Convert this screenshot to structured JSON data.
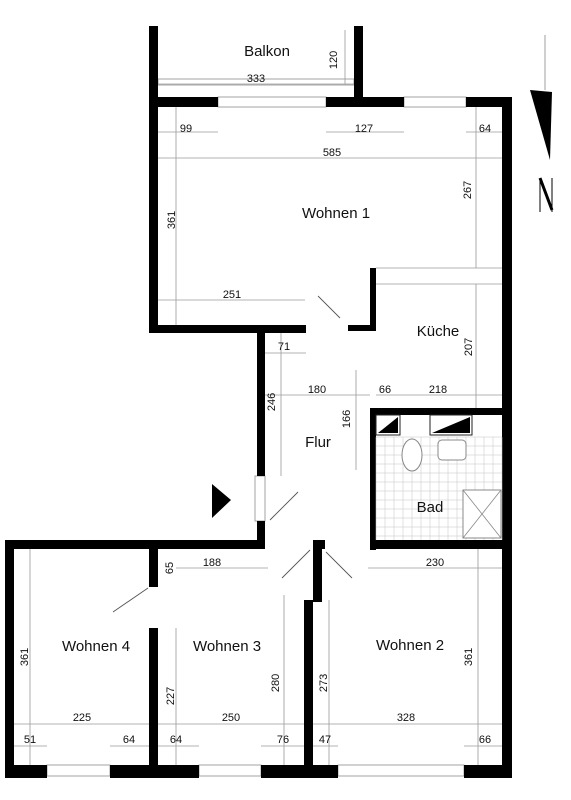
{
  "rooms": {
    "balkon": "Balkon",
    "wohnen1": "Wohnen 1",
    "kueche": "Küche",
    "flur": "Flur",
    "bad": "Bad",
    "wohnen2": "Wohnen 2",
    "wohnen3": "Wohnen 3",
    "wohnen4": "Wohnen 4"
  },
  "dims": {
    "balkon_width": "333",
    "balkon_depth": "120",
    "top_left_segment": "99",
    "top_window": "127",
    "top_right_segment": "64",
    "wohnen1_width": "585",
    "wohnen1_right_height": "267",
    "wohnen1_left_height": "361",
    "wohnen1_bottom": "251",
    "flur_top_segment": "71",
    "kueche_height": "207",
    "flur_width": "180",
    "door_segment": "66",
    "kueche_width": "218",
    "flur_height": "246",
    "bad_height": "166",
    "wohnen4_top_segment": "65",
    "wohnen3_top": "188",
    "wohnen2_top": "230",
    "wohnen4_height": "361",
    "wohnen3_height": "227",
    "wohnen3_right_height": "280",
    "wohnen2_left_height": "273",
    "wohnen2_right_height": "361",
    "wohnen4_width": "225",
    "wohnen3_width": "250",
    "wohnen2_width": "328",
    "bottom_51": "51",
    "bottom_64a": "64",
    "bottom_64b": "64",
    "bottom_76": "76",
    "bottom_47": "47",
    "bottom_66": "66"
  }
}
